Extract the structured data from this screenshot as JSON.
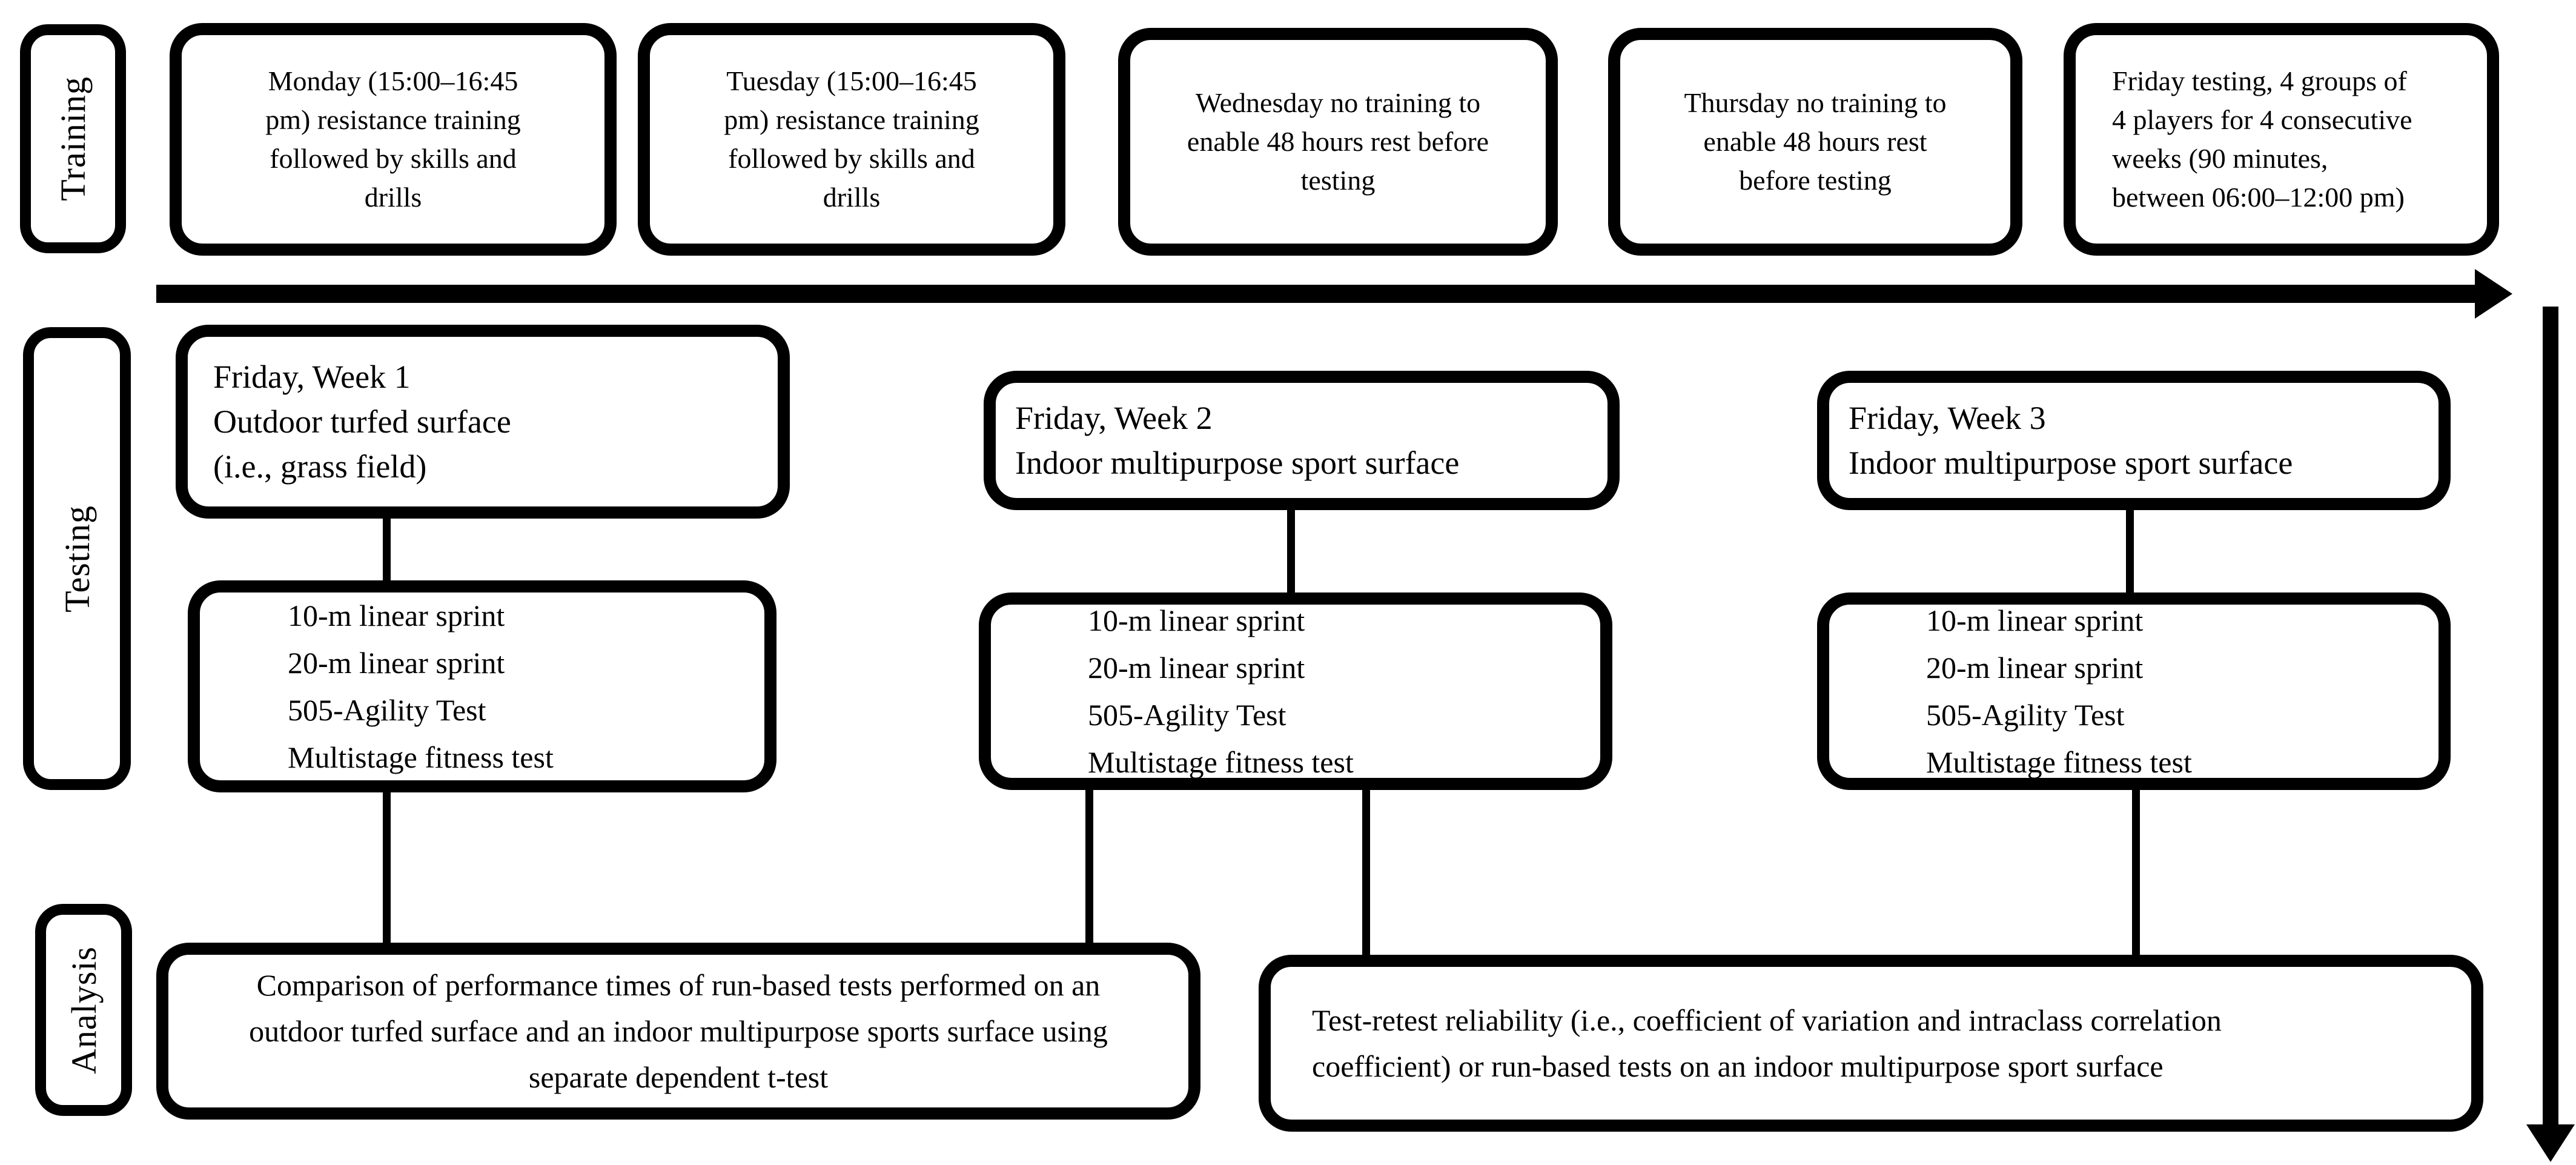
{
  "sidebar": {
    "training_label": "Training",
    "testing_label": "Testing",
    "analysis_label": "Analysis"
  },
  "training_row": {
    "boxes": [
      {
        "lines": [
          "Monday (15:00–16:45",
          "pm) resistance training",
          "followed by skills and",
          "drills"
        ]
      },
      {
        "lines": [
          "Tuesday (15:00–16:45",
          "pm) resistance training",
          "followed by skills and",
          "drills"
        ]
      },
      {
        "lines": [
          "Wednesday no training to",
          "enable 48 hours rest before",
          "testing"
        ]
      },
      {
        "lines": [
          "Thursday no training to",
          "enable 48 hours rest",
          "before testing"
        ]
      },
      {
        "lines": [
          "Friday testing, 4 groups of",
          "4 players for 4 consecutive",
          "weeks (90 minutes,",
          "between 06:00–12:00 pm)"
        ]
      }
    ]
  },
  "testing_row": {
    "weeks": [
      {
        "lines": [
          "Friday, Week 1",
          "Outdoor turfed surface",
          "(i.e., grass field)"
        ]
      },
      {
        "lines": [
          "Friday, Week 2",
          "Indoor multipurpose sport surface"
        ]
      },
      {
        "lines": [
          "Friday, Week 3",
          "Indoor multipurpose sport surface"
        ]
      }
    ],
    "tests": [
      "10-m linear sprint",
      "20-m linear sprint",
      "505-Agility Test",
      "Multistage fitness test"
    ]
  },
  "analysis_row": {
    "boxes": [
      {
        "lines": [
          "Comparison of performance times of run-based tests performed on an",
          "outdoor turfed surface and an indoor multipurpose sports surface using",
          "separate dependent t-test"
        ]
      },
      {
        "lines": [
          "Test-retest reliability (i.e., coefficient of variation and intraclass correlation",
          "coefficient) or run-based tests on an indoor multipurpose sport surface"
        ]
      }
    ]
  },
  "colors": {
    "ink": "#000000",
    "background": "#ffffff"
  }
}
